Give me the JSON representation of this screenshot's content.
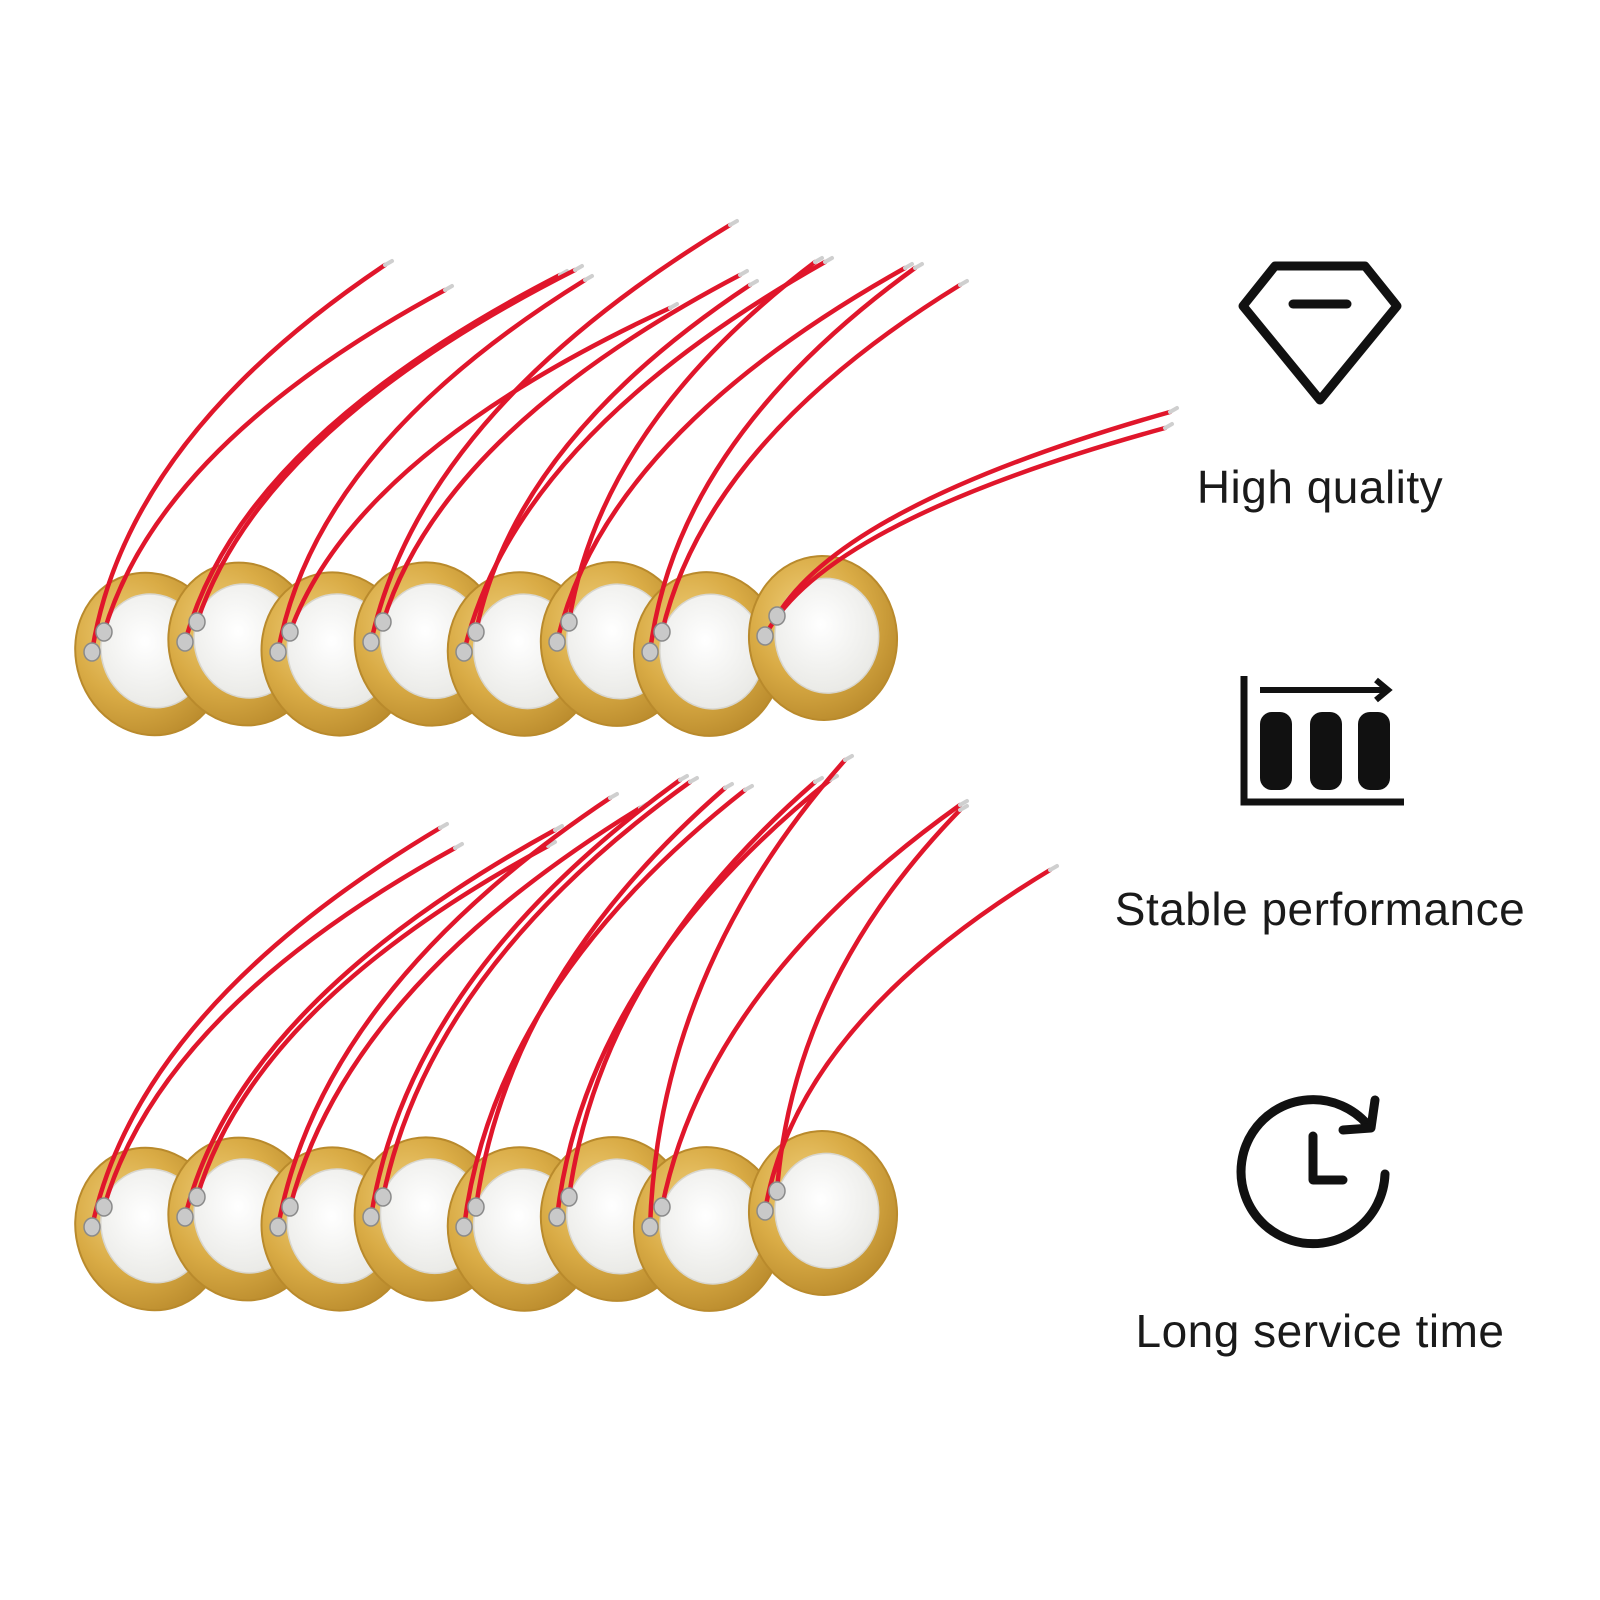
{
  "colors": {
    "wire": "#e0162b",
    "brass": "#d9ab45",
    "brass_dark": "#b98a2c",
    "ceramic": "#f2f2ef",
    "icon": "#111111",
    "text": "#1a1a1a"
  },
  "product_photo": {
    "subject": "piezo-disc-with-red-leads",
    "rows": 2,
    "discs_per_row": 8
  },
  "features": [
    {
      "icon": "diamond-icon",
      "label": "High quality"
    },
    {
      "icon": "bar-chart-icon",
      "label": "Stable performance"
    },
    {
      "icon": "clock-refresh-icon",
      "label": "Long service time"
    }
  ]
}
